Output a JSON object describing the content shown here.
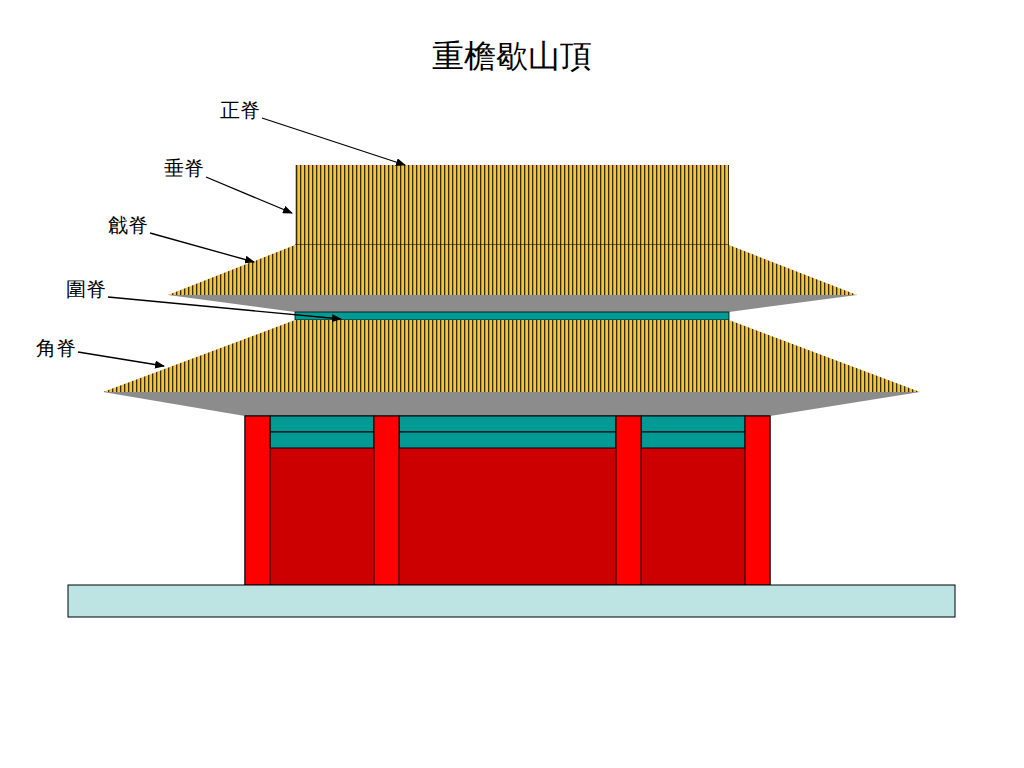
{
  "diagram": {
    "title": "重檐歇山頂",
    "labels": [
      "正脊",
      "垂脊",
      "戧脊",
      "圍脊",
      "角脊"
    ]
  }
}
